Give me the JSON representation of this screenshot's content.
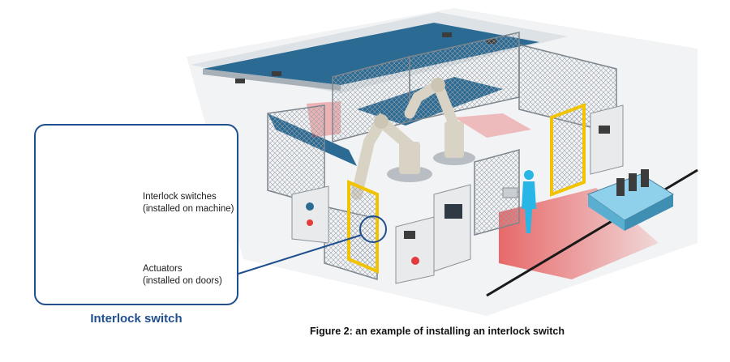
{
  "callout": {
    "switch_label_line1": "Interlock switches",
    "switch_label_line2": "(installed on machine)",
    "actuator_label_line1": "Actuators",
    "actuator_label_line2": "(installed on doors)",
    "title": "Interlock switch"
  },
  "figure_caption": "Figure 2: an example of installing an interlock switch",
  "colors": {
    "accent_blue": "#1f4f8f",
    "conveyor_blue": "#2a6a93",
    "fence_yellow": "#f2c300",
    "danger_red": "#e43b3b",
    "operator_cyan": "#27b6e6"
  },
  "icons": [
    "robot-arm",
    "conveyor",
    "safety-fence",
    "control-panel",
    "agv",
    "operator",
    "interlock-switch",
    "actuator"
  ]
}
